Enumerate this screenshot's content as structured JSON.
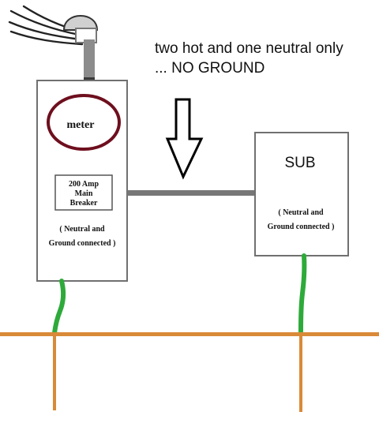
{
  "annotation": {
    "line1": "two hot and one neutral only",
    "line2": "... NO GROUND"
  },
  "main_panel": {
    "meter_label": "meter",
    "breaker_line1": "200 Amp",
    "breaker_line2": "Main",
    "breaker_line3": "Breaker",
    "note_line1": "( Neutral and",
    "note_line2": "Ground connected )"
  },
  "sub_panel": {
    "title": "SUB",
    "note_line1": "( Neutral and",
    "note_line2": "Ground connected )"
  },
  "colors": {
    "ground_wire": "#2eaa3a",
    "ground_rod": "#d98a38",
    "meter_ring": "#6e0f1e",
    "conduit": "#777777",
    "outline": "#6a6a6a"
  }
}
